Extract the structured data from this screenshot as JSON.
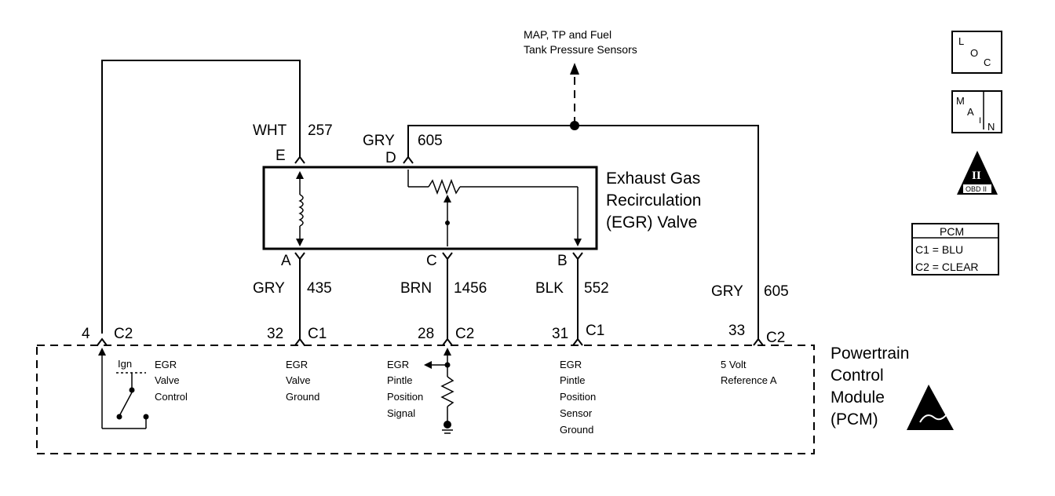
{
  "sensors_label": [
    "MAP, TP and Fuel",
    "Tank Pressure Sensors"
  ],
  "egr_valve": {
    "lines": [
      "Exhaust Gas",
      "Recirculation",
      "(EGR) Valve"
    ]
  },
  "pcm": {
    "lines": [
      "Powertrain",
      "Control",
      "Module",
      "(PCM)"
    ]
  },
  "top_wires": [
    {
      "color": "WHT",
      "circuit": "257",
      "pin": "E"
    },
    {
      "color": "GRY",
      "circuit": "605",
      "pin": "D"
    }
  ],
  "valve_pins": [
    "A",
    "C",
    "B"
  ],
  "wires": [
    {
      "color": "GRY",
      "circuit": "435"
    },
    {
      "color": "BRN",
      "circuit": "1456"
    },
    {
      "color": "BLK",
      "circuit": "552"
    },
    {
      "color": "GRY",
      "circuit": "605"
    }
  ],
  "pcm_pins": [
    {
      "pin": "4",
      "conn": "C2"
    },
    {
      "pin": "32",
      "conn": "C1"
    },
    {
      "pin": "28",
      "conn": "C2"
    },
    {
      "pin": "31",
      "conn": "C1"
    },
    {
      "pin": "33",
      "conn": "C2"
    }
  ],
  "pcm_functions": [
    {
      "lines": [
        "EGR",
        "Valve",
        "Control"
      ]
    },
    {
      "lines": [
        "EGR",
        "Valve",
        "Ground"
      ]
    },
    {
      "lines": [
        "EGR",
        "Pintle",
        "Position",
        "Signal"
      ]
    },
    {
      "lines": [
        "EGR",
        "Pintle",
        "Position",
        "Sensor",
        "Ground"
      ]
    },
    {
      "lines": [
        "5 Volt",
        "Reference A"
      ]
    }
  ],
  "ign_label": "Ign",
  "icons": {
    "loc": [
      "L",
      "O",
      "C"
    ],
    "main": [
      "M",
      "A",
      "I",
      "N"
    ],
    "obd": "OBD II",
    "obd_numeral": "II"
  },
  "connector_legend": {
    "title": "PCM",
    "rows": [
      "C1 = BLU",
      "C2 = CLEAR"
    ]
  }
}
